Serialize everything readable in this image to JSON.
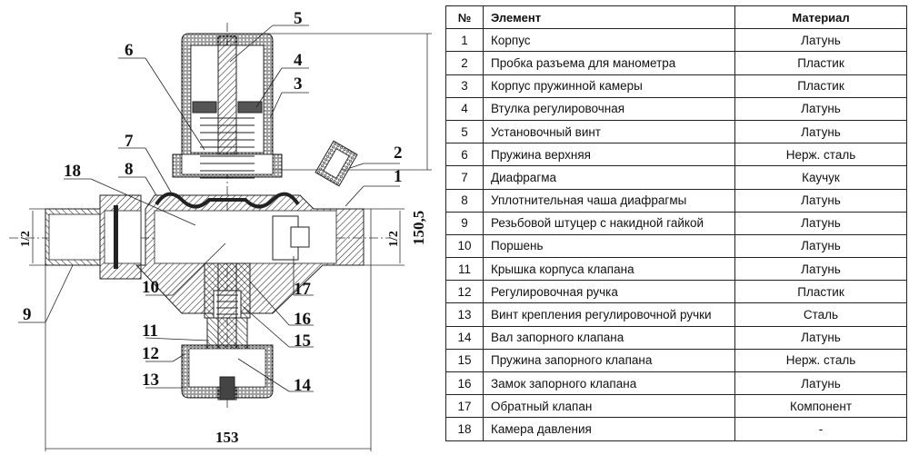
{
  "drawing": {
    "title": "Редуктор давления — разрез",
    "callouts": [
      "1",
      "2",
      "3",
      "4",
      "5",
      "6",
      "7",
      "8",
      "9",
      "10",
      "11",
      "12",
      "13",
      "14",
      "15",
      "16",
      "17",
      "18"
    ],
    "dimensions": {
      "width": "153",
      "height": "150,5",
      "inlet_thread": "1/2",
      "outlet_thread": "1/2"
    }
  },
  "table": {
    "headers": {
      "num": "№",
      "element": "Элемент",
      "material": "Материал"
    },
    "rows": [
      {
        "num": "1",
        "element": "Корпус",
        "material": "Латунь"
      },
      {
        "num": "2",
        "element": "Пробка разъема для манометра",
        "material": "Пластик"
      },
      {
        "num": "3",
        "element": "Корпус пружинной камеры",
        "material": "Пластик"
      },
      {
        "num": "4",
        "element": "Втулка регулировочная",
        "material": "Латунь"
      },
      {
        "num": "5",
        "element": "Установочный винт",
        "material": "Латунь"
      },
      {
        "num": "6",
        "element": "Пружина верхняя",
        "material": "Нерж. сталь"
      },
      {
        "num": "7",
        "element": "Диафрагма",
        "material": "Каучук"
      },
      {
        "num": "8",
        "element": "Уплотнительная чаша диафрагмы",
        "material": "Латунь"
      },
      {
        "num": "9",
        "element": "Резьбовой штуцер с накидной гайкой",
        "material": "Латунь"
      },
      {
        "num": "10",
        "element": "Поршень",
        "material": "Латунь"
      },
      {
        "num": "11",
        "element": "Крышка корпуса клапана",
        "material": "Латунь"
      },
      {
        "num": "12",
        "element": "Регулировочная ручка",
        "material": "Пластик"
      },
      {
        "num": "13",
        "element": "Винт крепления регулировочной ручки",
        "material": "Сталь"
      },
      {
        "num": "14",
        "element": "Вал запорного клапана",
        "material": "Латунь"
      },
      {
        "num": "15",
        "element": "Пружина запорного клапана",
        "material": "Нерж. сталь"
      },
      {
        "num": "16",
        "element": "Замок запорного клапана",
        "material": "Латунь"
      },
      {
        "num": "17",
        "element": "Обратный клапан",
        "material": "Компонент"
      },
      {
        "num": "18",
        "element": "Камера давления",
        "material": "-"
      }
    ]
  }
}
